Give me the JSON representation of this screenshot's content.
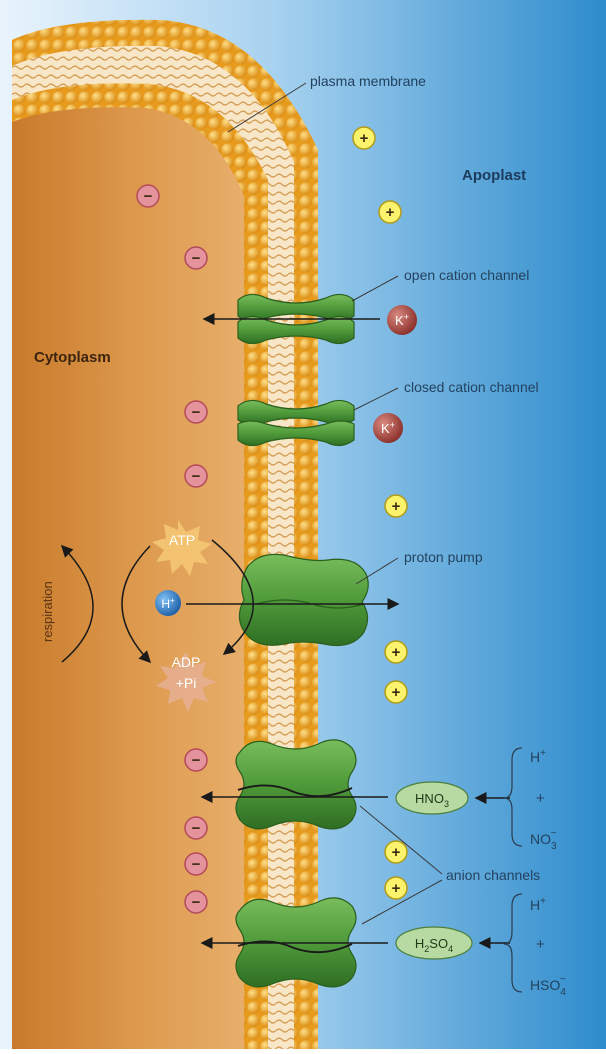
{
  "regions": {
    "apoplast": "Apoplast",
    "cytoplasm": "Cytoplasm"
  },
  "labels": {
    "plasma_membrane": "plasma membrane",
    "open_cation_channel": "open cation channel",
    "closed_cation_channel": "closed cation channel",
    "proton_pump": "proton pump",
    "anion_channels": "anion channels"
  },
  "cycle": {
    "atp": "ATP",
    "adp": "ADP",
    "pi": "+Pi",
    "respiration": "respiration"
  },
  "ions": {
    "potassium_base": "K",
    "proton_base": "H",
    "plus": "+",
    "minus": "−"
  },
  "acids": {
    "nitric": {
      "base": "HNO",
      "sub": "3"
    },
    "sulfuric": {
      "pre": "H",
      "sub1": "2",
      "mid": "SO",
      "sub2": "4"
    }
  },
  "dissociation": {
    "nitric": {
      "h": "H",
      "plus_sign": "+",
      "anion_base": "NO",
      "anion_sub": "3",
      "anion_sup": "−"
    },
    "sulfuric": {
      "h": "H",
      "plus_sign": "+",
      "anion_base": "HSO",
      "anion_sub": "4",
      "anion_sup": "−"
    }
  },
  "colors": {
    "apoplast_light": "#e8f3fb",
    "apoplast_dark": "#2e8ccc",
    "cytoplasm_light": "#e3a35a",
    "cytoplasm_dark": "#c27425",
    "membrane_head": "#f2a825",
    "protein_green": "#4f9a3a",
    "negative_charge": "#e4929b",
    "positive_charge": "#fbf36b",
    "potassium": "#a3403a",
    "proton": "#2f7fcd"
  }
}
